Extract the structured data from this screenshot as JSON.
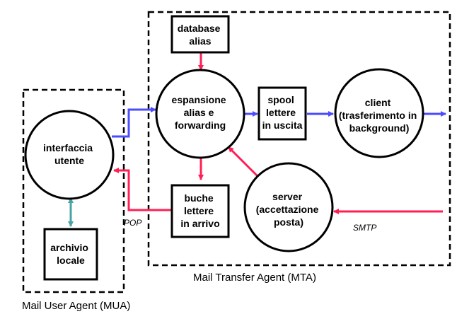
{
  "regions": {
    "mta": "Mail Transfer Agent (MTA)",
    "mua": "Mail User Agent (MUA)"
  },
  "nodes": {
    "database_alias": [
      "database",
      "alias"
    ],
    "espansione": [
      "espansione",
      "alias e",
      "forwarding"
    ],
    "spool": [
      "spool",
      "lettere",
      "in uscita"
    ],
    "client": [
      "client",
      "(trasferimento in",
      "background)"
    ],
    "interfaccia": [
      "interfaccia",
      "utente"
    ],
    "buche": [
      "buche",
      "lettere",
      "in arrivo"
    ],
    "server": [
      "server",
      "(accettazione",
      "posta)"
    ],
    "archivio": [
      "archivio",
      "locale"
    ]
  },
  "protocols": {
    "pop": "POP",
    "smtp": "SMTP"
  },
  "colors": {
    "blue_arrow": "#4b4bff",
    "red_arrow": "#ff1f55",
    "teal_arrow": "#4aa3a3"
  }
}
